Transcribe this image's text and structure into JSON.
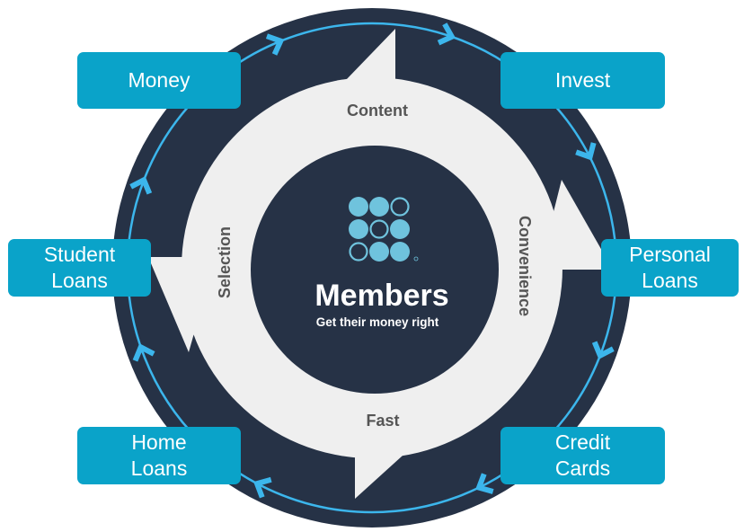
{
  "center": {
    "title": "Members",
    "subtitle": "Get their money right"
  },
  "ring_labels": {
    "top": "Content",
    "right": "Convenience",
    "bottom": "Fast",
    "left": "Selection"
  },
  "products": {
    "money": [
      "Money"
    ],
    "invest": [
      "Invest"
    ],
    "student_loans": [
      "Student",
      "Loans"
    ],
    "personal_loans": [
      "Personal",
      "Loans"
    ],
    "home_loans": [
      "Home",
      "Loans"
    ],
    "credit_cards": [
      "Credit",
      "Cards"
    ]
  },
  "colors": {
    "navy": "#263246",
    "ring_gray": "#efefef",
    "accent": "#0aa3c9",
    "track": "#3cb6ec",
    "label_text": "#555555"
  },
  "icons": [
    "logo-dot-grid-icon",
    "chevron-arrow-icon"
  ]
}
